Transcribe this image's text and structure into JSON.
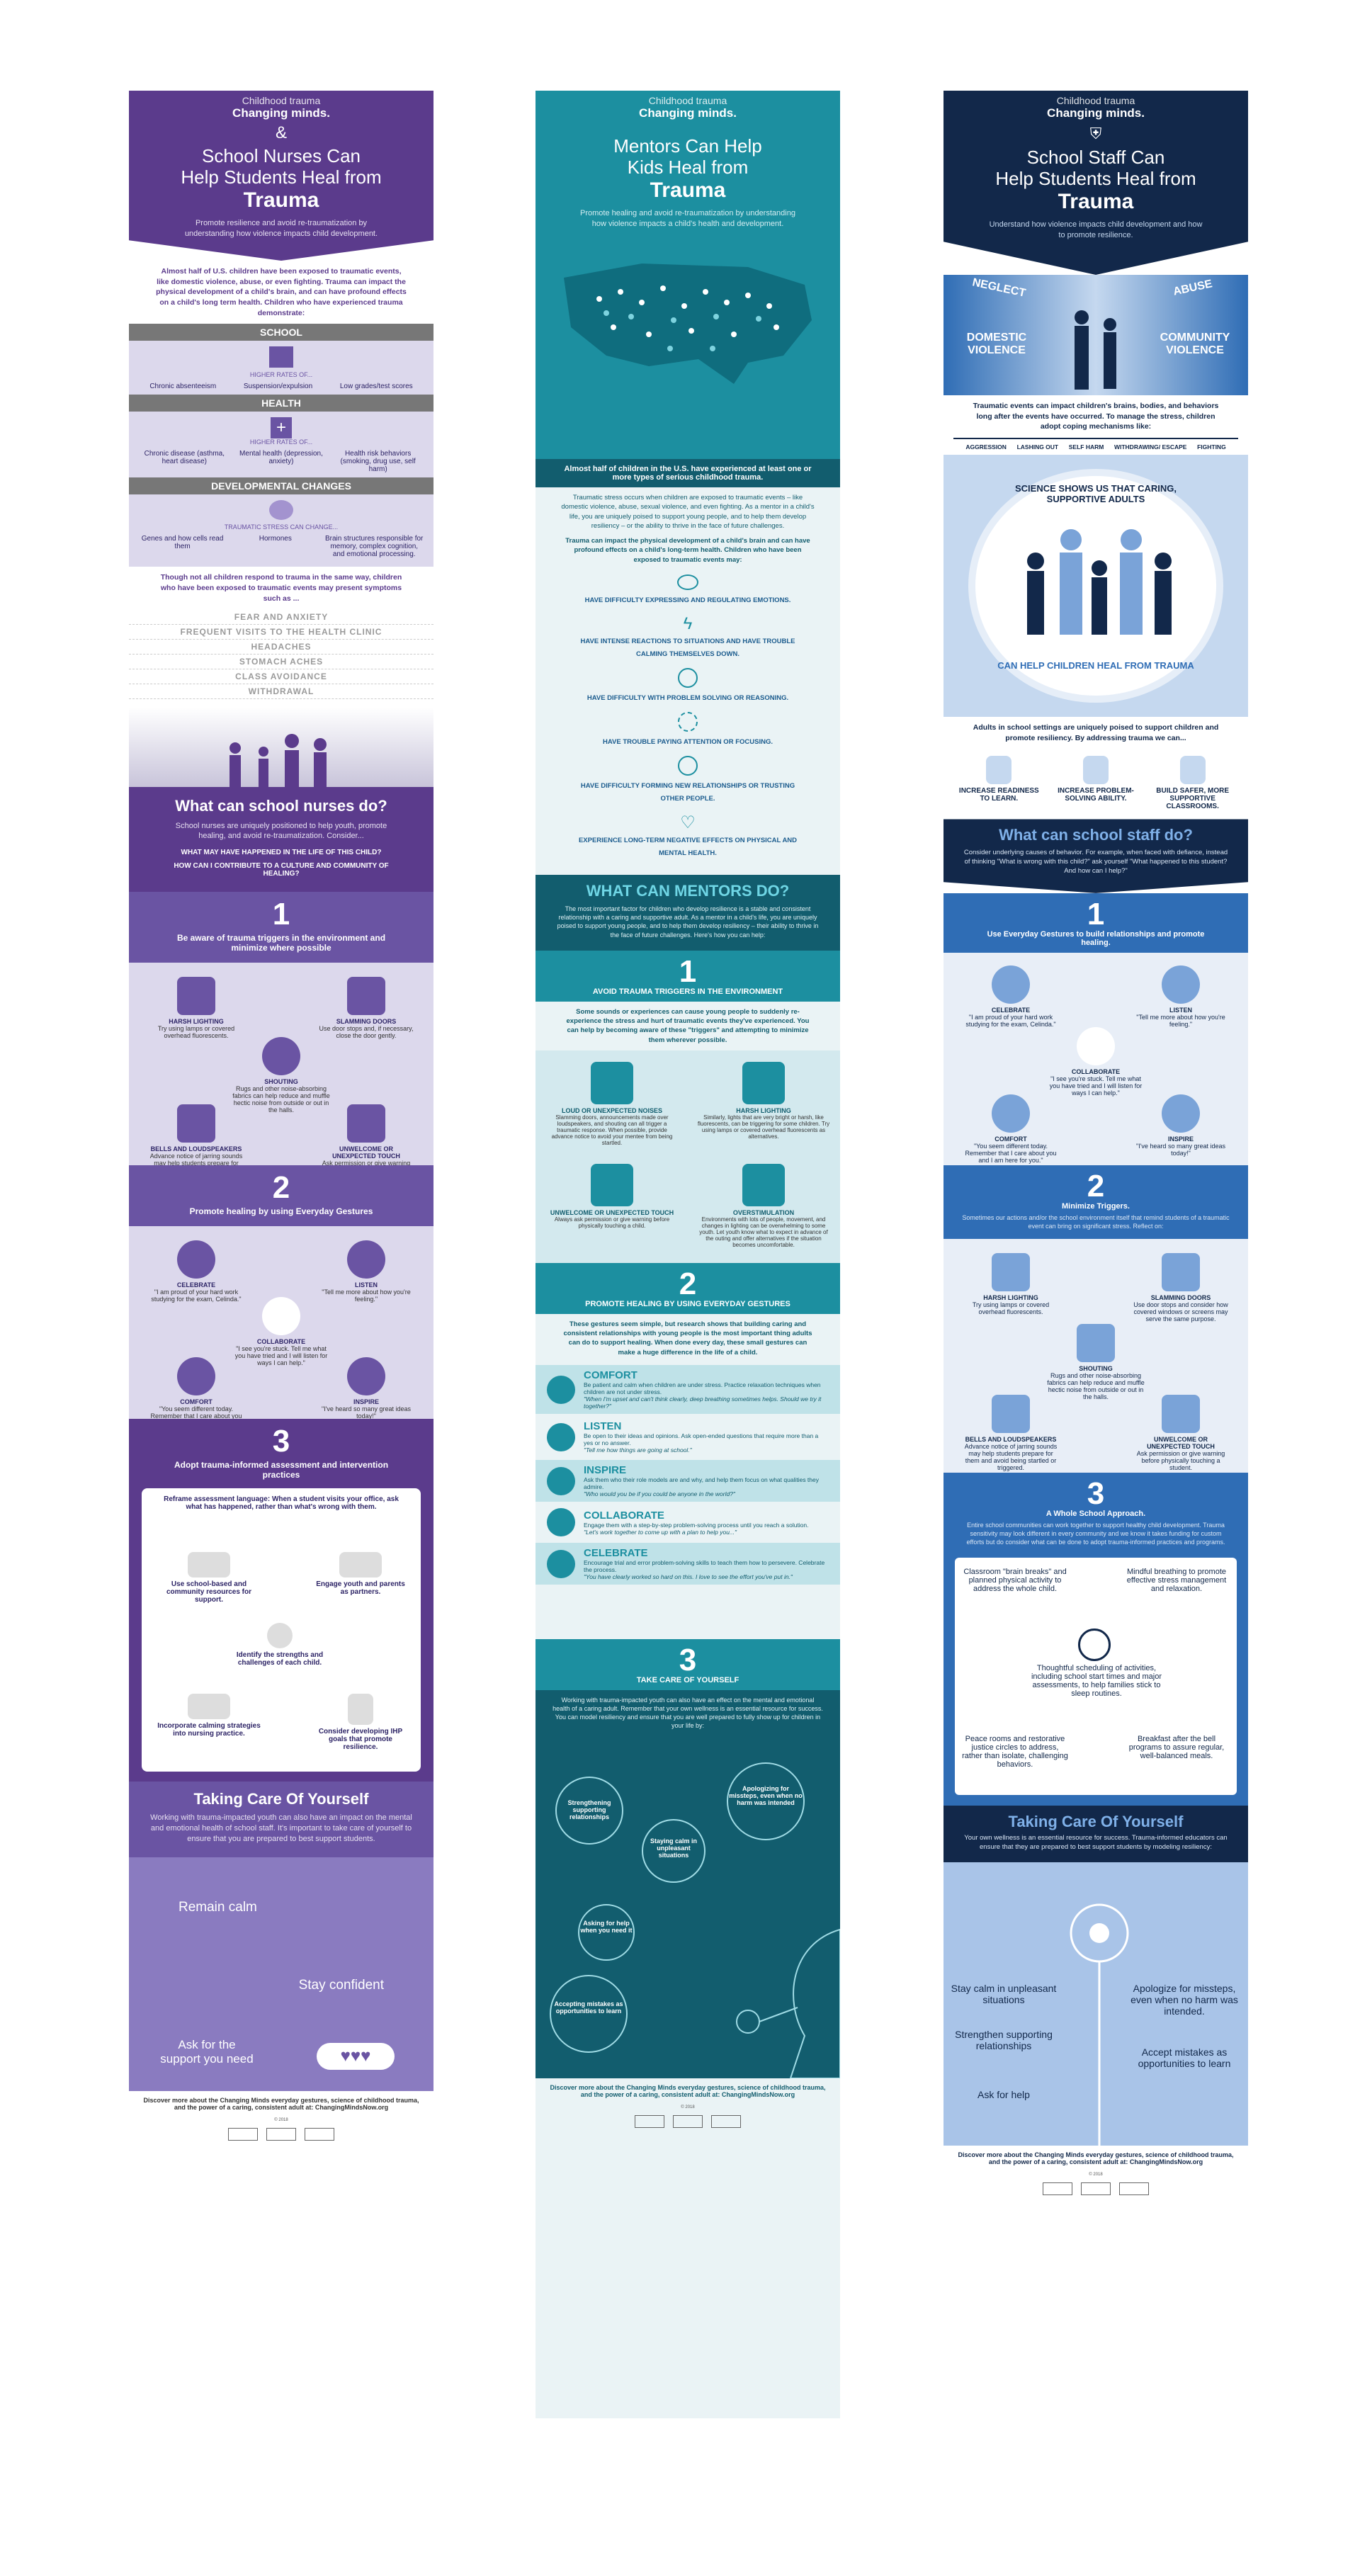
{
  "col1": {
    "brand_line1": "Childhood trauma",
    "brand_line2": "Changing minds.",
    "title_line1": "School Nurses Can",
    "title_line2": "Help Students Heal from",
    "title_strong": "Trauma",
    "subtitle": "Promote resilience and avoid re-traumatization by understanding how violence impacts child development.",
    "intro": "Almost half of U.S. children have been exposed to traumatic events, like domestic violence, abuse, or even fighting. Trauma can impact the physical development of a child's brain, and can have profound effects on a child's long term health. Children who have experienced trauma demonstrate:",
    "school_heading": "SCHOOL",
    "higher_rates": "HIGHER RATES OF...",
    "school_items": [
      "Chronic absenteeism",
      "Suspension/expulsion",
      "Low grades/test scores"
    ],
    "health_heading": "HEALTH",
    "health_items": [
      "Chronic disease (asthma, heart disease)",
      "Mental health (depression, anxiety)",
      "Health risk behaviors (smoking, drug use, self harm)"
    ],
    "dev_heading": "DEVELOPMENTAL CHANGES",
    "trauma_stress": "TRAUMATIC STRESS CAN CHANGE...",
    "dev_items": [
      "Genes and how cells read them",
      "Hormones",
      "Brain structures responsible for memory, complex cognition, and emotional processing."
    ],
    "symptom_intro": "Though not all children respond to trauma in the same way, children who have been exposed to traumatic events may present symptoms such as ...",
    "symptoms": [
      "FEAR AND ANXIETY",
      "FREQUENT VISITS TO THE HEALTH CLINIC",
      "HEADACHES",
      "STOMACH ACHES",
      "CLASS AVOIDANCE",
      "WITHDRAWAL"
    ],
    "what_title": "What can school nurses do?",
    "what_text": "School nurses are uniquely positioned to help youth, promote healing, and avoid re-traumatization. Consider...",
    "q1": "WHAT MAY HAVE HAPPENED IN THE LIFE OF THIS CHILD?",
    "q2": "HOW CAN I CONTRIBUTE TO A CULTURE AND COMMUNITY OF HEALING?",
    "s1_num": "1",
    "s1_title": "Be aware of trauma triggers in the environment and minimize where possible",
    "triggers": [
      {
        "label": "HARSH LIGHTING",
        "text": "Try using lamps or covered overhead fluorescents."
      },
      {
        "label": "SLAMMING DOORS",
        "text": "Use door stops and, if necessary, close the door gently."
      },
      {
        "label": "SHOUTING",
        "text": "Rugs and other noise-absorbing fabrics can help reduce and muffle hectic noise from outside or out in the halls."
      },
      {
        "label": "BELLS AND LOUDSPEAKERS",
        "text": "Advance notice of jarring sounds may help students prepare for them and avoid being startled or triggered."
      },
      {
        "label": "UNWELCOME OR UNEXPECTED TOUCH",
        "text": "Ask permission or give warning before physically touching a student."
      }
    ],
    "s2_num": "2",
    "s2_title": "Promote healing by using Everyday Gestures",
    "gestures": [
      {
        "label": "CELEBRATE",
        "text": "\"I am proud of your hard work studying for the exam, Celinda.\""
      },
      {
        "label": "LISTEN",
        "text": "\"Tell me more about how you're feeling.\""
      },
      {
        "label": "COLLABORATE",
        "text": "\"I see you're stuck. Tell me what you have tried and I will listen for ways I can help.\""
      },
      {
        "label": "COMFORT",
        "text": "\"You seem different today. Remember that I care about you and I am here for you.\""
      },
      {
        "label": "INSPIRE",
        "text": "\"I've heard so many great ideas today!\""
      }
    ],
    "s3_num": "3",
    "s3_title": "Adopt trauma-informed assessment and intervention practices",
    "reframe": "Reframe assessment language: When a student visits your office, ask what has happened, rather than what's wrong with them.",
    "practices": [
      "Use school-based and community resources for support.",
      "Engage youth and parents as partners.",
      "Identify the strengths and challenges of each child.",
      "Incorporate calming strategies into nursing practice.",
      "Consider developing IHP goals that promote resilience."
    ],
    "care_title": "Taking Care Of Yourself",
    "care_text": "Working with trauma-impacted youth can also have an impact on the mental and emotional health of school staff. It's important to take care of yourself to ensure that you are prepared to best support students.",
    "care_items": [
      "Remain calm",
      "Stay confident",
      "Ask for the support you need"
    ],
    "footer": "Discover more about the Changing Minds everyday gestures, science of childhood trauma, and the power of a caring, consistent adult at: ChangingMindsNow.org",
    "year": "© 2018"
  },
  "col2": {
    "brand_line1": "Childhood trauma",
    "brand_line2": "Changing minds.",
    "title_line1": "Mentors Can Help",
    "title_line2": "Kids Heal from",
    "title_strong": "Trauma",
    "subtitle": "Promote healing and avoid re-traumatization by understanding how violence impacts a child's health and development.",
    "map_caption": "Almost half of children in the U.S. have experienced at least one or more types of serious childhood trauma.",
    "intro1": "Traumatic stress occurs when children are exposed to traumatic events – like domestic violence, abuse, sexual violence, and even fighting. As a mentor in a child's life, you are uniquely poised to support young people, and to help them develop resiliency – or the ability to thrive in the face of future challenges.",
    "intro2": "Trauma can impact the physical development of a child's brain and can have profound effects on a child's long-term health. Children who have been exposed to traumatic events may:",
    "effects": [
      "HAVE DIFFICULTY EXPRESSING AND REGULATING EMOTIONS.",
      "HAVE INTENSE REACTIONS TO SITUATIONS AND HAVE TROUBLE CALMING THEMSELVES DOWN.",
      "HAVE DIFFICULTY WITH PROBLEM SOLVING OR REASONING.",
      "HAVE TROUBLE PAYING ATTENTION OR FOCUSING.",
      "HAVE DIFFICULTY FORMING NEW RELATIONSHIPS OR TRUSTING OTHER PEOPLE.",
      "EXPERIENCE LONG-TERM NEGATIVE EFFECTS ON PHYSICAL AND MENTAL HEALTH."
    ],
    "what_title": "WHAT CAN MENTORS DO?",
    "what_text": "The most important factor for children who develop resilience is a stable and consistent relationship with a caring and supportive adult. As a mentor in a child's life, you are uniquely poised to support young people, and to help them develop resiliency – their ability to thrive in the face of future challenges. Here's how you can help:",
    "s1_num": "1",
    "s1_title": "AVOID TRAUMA TRIGGERS IN THE ENVIRONMENT",
    "s1_text": "Some sounds or experiences can cause young people to suddenly re-experience the stress and hurt of traumatic events they've experienced. You can help by becoming aware of these \"triggers\" and attempting to minimize them wherever possible.",
    "triggers": [
      {
        "label": "LOUD OR UNEXPECTED NOISES",
        "text": "Slamming doors, announcements made over loudspeakers, and shouting can all trigger a traumatic response. When possible, provide advance notice to avoid your mentee from being startled."
      },
      {
        "label": "HARSH LIGHTING",
        "text": "Similarly, lights that are very bright or harsh, like fluorescents, can be triggering for some children. Try using lamps or covered overhead fluorescents as alternatives."
      },
      {
        "label": "UNWELCOME OR UNEXPECTED TOUCH",
        "text": "Always ask permission or give warning before physically touching a child."
      },
      {
        "label": "OVERSTIMULATION",
        "text": "Environments with lots of people, movement, and changes in lighting can be overwhelming to some youth. Let youth know what to expect in advance of the outing and offer alternatives if the situation becomes uncomfortable."
      }
    ],
    "s2_num": "2",
    "s2_title": "PROMOTE HEALING BY USING EVERYDAY GESTURES",
    "s2_text": "These gestures seem simple, but research shows that building caring and consistent relationships with young people is the most important thing adults can do to support healing. When done every day, these small gestures can make a huge difference in the life of a child.",
    "gestures": [
      {
        "label": "COMFORT",
        "text": "Be patient and calm when children are under stress. Practice relaxation techniques when children are not under stress.",
        "quote": "\"When I'm upset and can't think clearly, deep breathing sometimes helps. Should we try it together?\""
      },
      {
        "label": "LISTEN",
        "text": "Be open to their ideas and opinions. Ask open-ended questions that require more than a yes or no answer.",
        "quote": "\"Tell me how things are going at school.\""
      },
      {
        "label": "INSPIRE",
        "text": "Ask them who their role models are and why, and help them focus on what qualities they admire.",
        "quote": "\"Who would you be if you could be anyone in the world?\""
      },
      {
        "label": "COLLABORATE",
        "text": "Engage them with a step-by-step problem-solving process until you reach a solution.",
        "quote": "\"Let's work together to come up with a plan to help you...\""
      },
      {
        "label": "CELEBRATE",
        "text": "Encourage trial and error problem-solving skills to teach them how to persevere. Celebrate the process.",
        "quote": "\"You have clearly worked so hard on this. I love to see the effort you've put in.\""
      }
    ],
    "s3_num": "3",
    "s3_title": "TAKE CARE OF YOURSELF",
    "s3_text": "Working with trauma-impacted youth can also have an effect on the mental and emotional health of a caring adult. Remember that your own wellness is an essential resource for success. You can model resiliency and ensure that you are well prepared to fully show up for children in your life by:",
    "bubbles": [
      "Strengthening supporting relationships",
      "Staying calm in unpleasant situations",
      "Apologizing for missteps, even when no harm was intended",
      "Asking for help when you need it",
      "Accepting mistakes as opportunities to learn"
    ],
    "footer": "Discover more about the Changing Minds everyday gestures, science of childhood trauma, and the power of a caring, consistent adult at: ChangingMindsNow.org",
    "year": "© 2018"
  },
  "col3": {
    "brand_line1": "Childhood trauma",
    "brand_line2": "Changing minds.",
    "title_line1": "School Staff Can",
    "title_line2": "Help Students Heal from",
    "title_strong": "Trauma",
    "subtitle": "Understand how violence impacts child development and how to promote resilience.",
    "violence": [
      "NEGLECT",
      "ABUSE",
      "DOMESTIC VIOLENCE",
      "COMMUNITY VIOLENCE"
    ],
    "intro": "Traumatic events can impact children's brains, bodies, and behaviors long after the events have occurred. To manage the stress, children adopt coping mechanisms like:",
    "coping": [
      "AGGRESSION",
      "LASHING OUT",
      "SELF HARM",
      "WITHDRAWING/ ESCAPE",
      "FIGHTING"
    ],
    "circle_top": "SCIENCE SHOWS US THAT CARING, SUPPORTIVE ADULTS",
    "circle_bottom": "CAN HELP CHILDREN HEAL FROM TRAUMA",
    "adults_text": "Adults in school settings are uniquely poised to support children and promote resiliency. By addressing trauma we can...",
    "benefits": [
      "INCREASE READINESS TO LEARN.",
      "INCREASE PROBLEM-SOLVING ABILITY.",
      "BUILD SAFER, MORE SUPPORTIVE CLASSROOMS."
    ],
    "what_title": "What can school staff do?",
    "what_text": "Consider underlying causes of behavior. For example, when faced with defiance, instead of thinking \"What is wrong with this child?\" ask yourself \"What happened to this student? And how can I help?\"",
    "s1_num": "1",
    "s1_title": "Use Everyday Gestures to build relationships and promote healing.",
    "gestures": [
      {
        "label": "CELEBRATE",
        "text": "\"I am proud of your hard work studying for the exam, Celinda.\""
      },
      {
        "label": "LISTEN",
        "text": "\"Tell me more about how you're feeling.\""
      },
      {
        "label": "COLLABORATE",
        "text": "\"I see you're stuck. Tell me what you have tried and I will listen for ways I can help.\""
      },
      {
        "label": "COMFORT",
        "text": "\"You seem different today. Remember that I care about you and I am here for you.\""
      },
      {
        "label": "INSPIRE",
        "text": "\"I've heard so many great ideas today!\""
      }
    ],
    "s2_num": "2",
    "s2_title": "Minimize Triggers.",
    "s2_text": "Sometimes our actions and/or the school environment itself that remind students of a traumatic event can bring on significant stress. Reflect on:",
    "triggers": [
      {
        "label": "HARSH LIGHTING",
        "text": "Try using lamps or covered overhead fluorescents."
      },
      {
        "label": "SLAMMING DOORS",
        "text": "Use door stops and consider how covered windows or screens may serve the same purpose."
      },
      {
        "label": "SHOUTING",
        "text": "Rugs and other noise-absorbing fabrics can help reduce and muffle hectic noise from outside or out in the halls."
      },
      {
        "label": "BELLS AND LOUDSPEAKERS",
        "text": "Advance notice of jarring sounds may help students prepare for them and avoid being startled or triggered."
      },
      {
        "label": "UNWELCOME OR UNEXPECTED TOUCH",
        "text": "Ask permission or give warning before physically touching a student."
      }
    ],
    "s3_num": "3",
    "s3_title": "A Whole School Approach.",
    "s3_text": "Entire school communities can work together to support healthy child development. Trauma sensitivity may look different in every community and we know it takes funding for custom efforts but do consider what can be done to adopt trauma-informed practices and programs.",
    "approaches": [
      "Classroom \"brain breaks\" and planned physical activity to address the whole child.",
      "Mindful breathing to promote effective stress management and relaxation.",
      "Thoughtful scheduling of activities, including school start times and major assessments, to help families stick to sleep routines.",
      "Peace rooms and restorative justice circles to address, rather than isolate, challenging behaviors.",
      "Breakfast after the bell programs to assure regular, well-balanced meals."
    ],
    "care_title": "Taking Care Of Yourself",
    "care_text": "Your own wellness is an essential resource for success. Trauma-informed educators can ensure that they are prepared to best support students by modeling resiliency:",
    "care_left": [
      "Stay calm in unpleasant situations",
      "Strengthen supporting relationships",
      "Ask for help"
    ],
    "care_right": [
      "Apologize for missteps, even when no harm was intended.",
      "Accept mistakes as opportunities to learn"
    ],
    "footer": "Discover more about the Changing Minds everyday gestures, science of childhood trauma, and the power of a caring, consistent adult at: ChangingMindsNow.org",
    "year": "© 2018"
  },
  "colors": {
    "purple_dark": "#5b3b8c",
    "purple_mid": "#6a54a3",
    "purple_light": "#dcd8ec",
    "teal": "#1c8fa0",
    "teal_dark": "#125d6e",
    "navy": "#12284a",
    "blue": "#2f6db5",
    "blue_light": "#c5d8ef"
  }
}
